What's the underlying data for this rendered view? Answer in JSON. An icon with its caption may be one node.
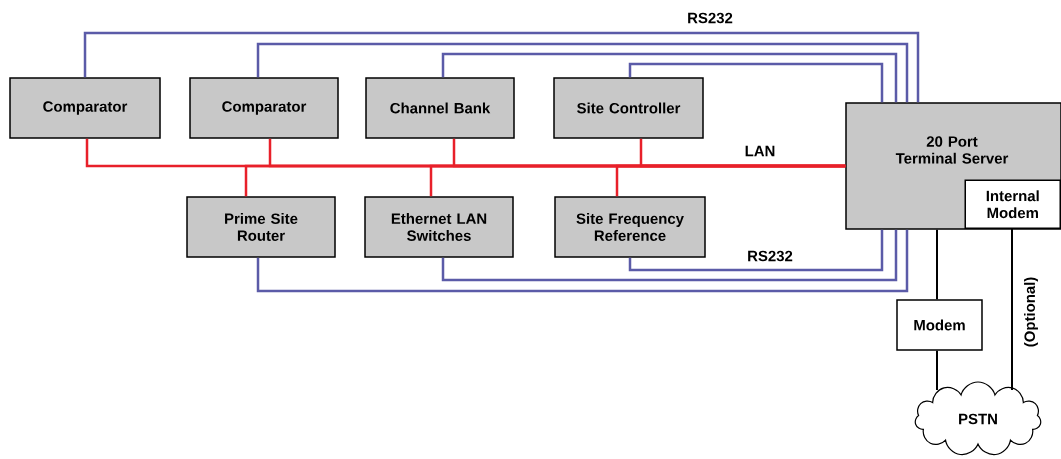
{
  "diagram": {
    "nodes": [
      {
        "text": [
          "Comparator"
        ]
      },
      {
        "text": [
          "Comparator"
        ]
      },
      {
        "text": [
          "Channel Bank"
        ]
      },
      {
        "text": [
          "Site Controller"
        ]
      },
      {
        "text": [
          "20 Port Terminal Server"
        ]
      },
      {
        "text": [
          "Internal Modem"
        ],
        "in": 4
      },
      {
        "text": [
          "Prime Site Router"
        ]
      },
      {
        "text": [
          "Ethernet LAN Switches"
        ]
      },
      {
        "text": [
          "Site Frequency Reference"
        ]
      },
      {
        "text": [
          "Modem"
        ]
      },
      {
        "text": [
          "PSTN"
        ]
      }
    ],
    "edges": [
      {
        "from": 0,
        "to": 4,
        "arrow": "none",
        "color": "#e8202a"
      },
      {
        "from": 1,
        "to": 4,
        "arrow": "none",
        "color": "#e8202a"
      },
      {
        "from": 2,
        "to": 4,
        "arrow": "none",
        "color": "#e8202a"
      },
      {
        "from": 3,
        "to": 4,
        "arrow": "none",
        "color": "#e8202a",
        "label": "LAN"
      },
      {
        "from": 6,
        "to": 4,
        "arrow": "none",
        "color": "#e8202a"
      },
      {
        "from": 7,
        "to": 4,
        "arrow": "none",
        "color": "#e8202a"
      },
      {
        "from": 8,
        "to": 4,
        "arrow": "none",
        "color": "#e8202a"
      },
      {
        "from": 0,
        "to": 4,
        "arrow": "none",
        "color": "#5b5ba8",
        "label": "RS232"
      },
      {
        "from": 1,
        "to": 4,
        "arrow": "none",
        "color": "#5b5ba8"
      },
      {
        "from": 2,
        "to": 4,
        "arrow": "none",
        "color": "#5b5ba8"
      },
      {
        "from": 3,
        "to": 4,
        "arrow": "none",
        "color": "#5b5ba8"
      },
      {
        "from": 6,
        "to": 4,
        "arrow": "none",
        "color": "#5b5ba8"
      },
      {
        "from": 7,
        "to": 4,
        "arrow": "none",
        "color": "#5b5ba8"
      },
      {
        "from": 8,
        "to": 4,
        "arrow": "none",
        "color": "#5b5ba8",
        "label": "RS232"
      },
      {
        "from": 4,
        "to": 9,
        "arrow": "none",
        "color": "#000000"
      },
      {
        "from": 9,
        "to": 10,
        "arrow": "none",
        "color": "#000000"
      },
      {
        "from": 5,
        "to": 10,
        "arrow": "none",
        "color": "#000000",
        "label": "(Optional)"
      }
    ]
  }
}
